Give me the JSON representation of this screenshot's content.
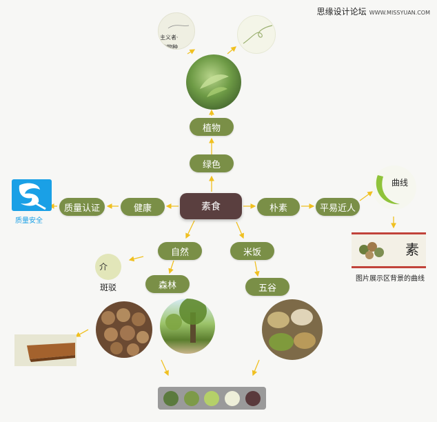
{
  "watermark": {
    "text": "思缘设计论坛",
    "url": "WWW.MISSYUAN.COM"
  },
  "nodes": {
    "center": "素食",
    "plant": "植物",
    "green": "绿色",
    "health": "健康",
    "quality": "质量认证",
    "simple": "朴素",
    "approachable": "平易近人",
    "nature": "自然",
    "rice": "米饭",
    "forest": "森林",
    "grains": "五谷"
  },
  "labels": {
    "quality_safe": "质量安全",
    "mottled": "斑驳",
    "curve": "曲线",
    "curve_caption": "图片展示区背景的曲线",
    "su_char": "素",
    "jie_char": "介",
    "note_text": "主义者·",
    "note_text2": "的物种"
  },
  "palette": [
    "#5b7a3e",
    "#7d9a48",
    "#b5d069",
    "#eeefd9",
    "#5a3a3c"
  ],
  "colors": {
    "pill": "#7a8f47",
    "center": "#5a3f3f",
    "arrow": "#f0c020",
    "logo_blue": "#1aa0e6"
  }
}
